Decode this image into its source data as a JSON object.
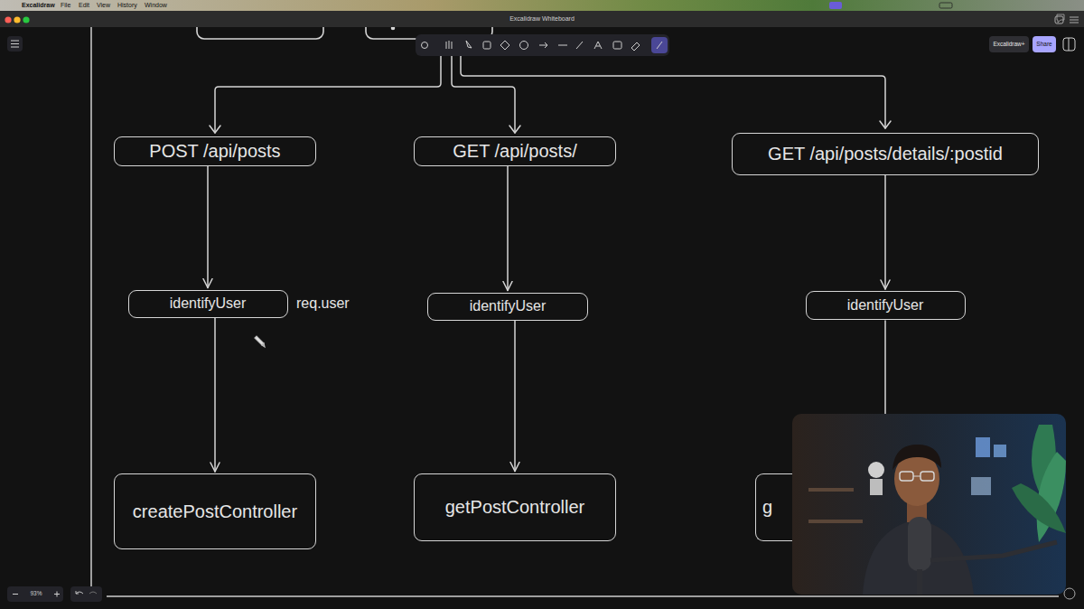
{
  "diagram": {
    "nodes": [
      {
        "text": [
          "POST /api/posts"
        ]
      },
      {
        "text": [
          "GET /api/posts/"
        ]
      },
      {
        "text": [
          "GET /api/posts/details/:postid"
        ]
      },
      {
        "text": [
          "identifyUser"
        ]
      },
      {
        "text": [
          "identifyUser"
        ]
      },
      {
        "text": [
          "identifyUser"
        ]
      },
      {
        "text": [
          "createPostController"
        ]
      },
      {
        "text": [
          "getPostController"
        ]
      },
      {
        "text": [
          "g"
        ]
      }
    ],
    "edges": [
      {
        "from": 0,
        "to": 3,
        "arrow": "to"
      },
      {
        "from": 3,
        "to": 6,
        "arrow": "to"
      },
      {
        "from": 1,
        "to": 4,
        "arrow": "to"
      },
      {
        "from": 4,
        "to": 7,
        "arrow": "to"
      },
      {
        "from": 2,
        "to": 5,
        "arrow": "to"
      },
      {
        "from": 5,
        "to": 8,
        "arrow": "none"
      }
    ],
    "labels": [
      "Excalidraw",
      "File",
      "Edit",
      "View",
      "History",
      "Window",
      "Excalidraw Whiteboard",
      "Excalidraw+",
      "Share",
      "req.user",
      "93%"
    ]
  }
}
